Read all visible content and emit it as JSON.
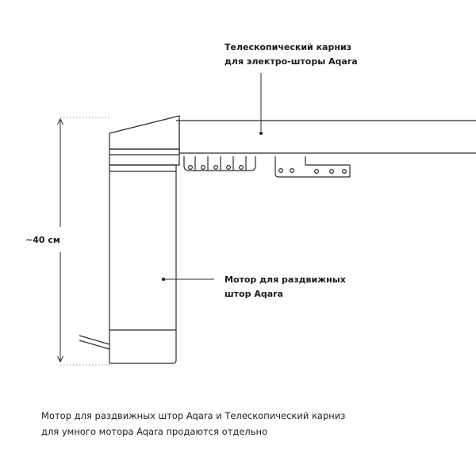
{
  "callouts": {
    "rail": {
      "line1": "Телескопический карниз",
      "line2": "для электро-шторы Aqara"
    },
    "motor": {
      "line1": "Мотор для раздвижных",
      "line2": "штор Aqara"
    }
  },
  "dimension": {
    "label": "~40 см"
  },
  "footnote": {
    "line1": "Мотор для раздвижных штор Aqara и Телескопический карниз",
    "line2": "для умного мотора Aqara продаются отдельно"
  },
  "colors": {
    "line": "#2b2b2b",
    "dotted_guide": "#9a9a9a",
    "background": "#ffffff"
  }
}
